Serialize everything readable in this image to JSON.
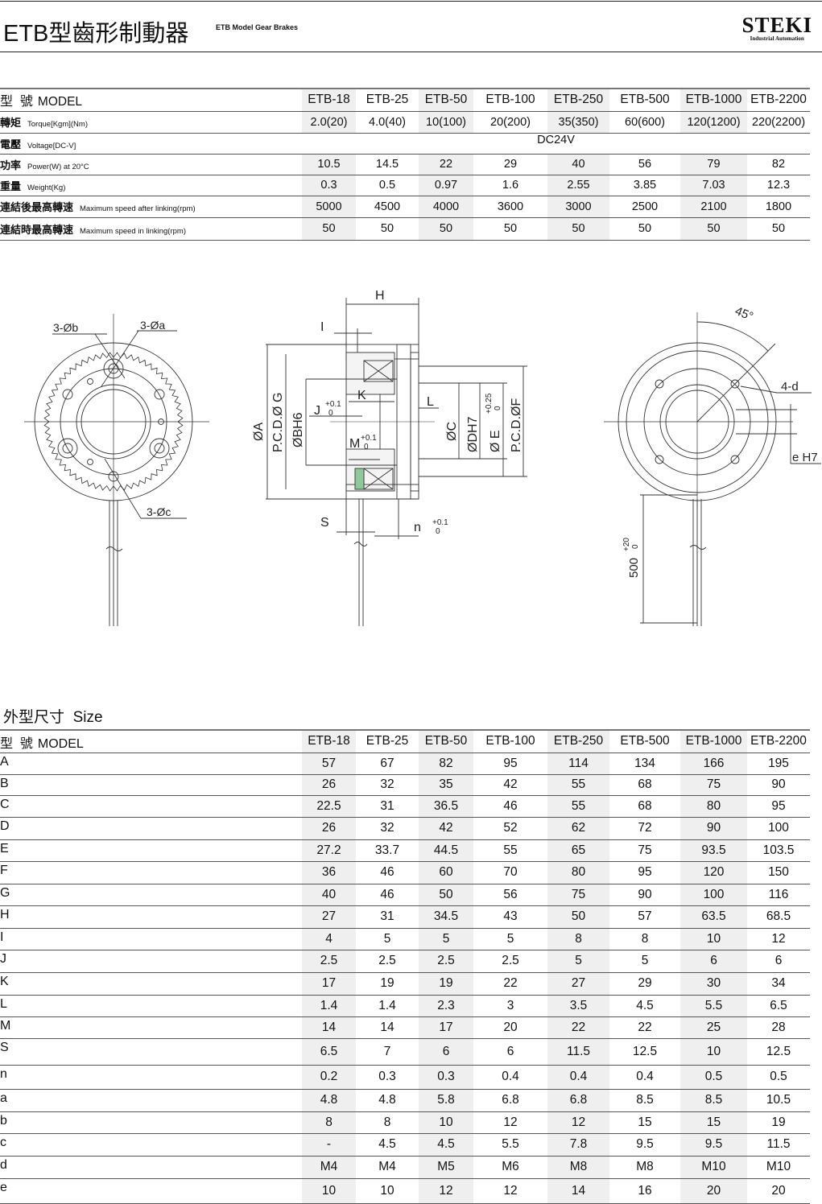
{
  "header": {
    "title": "ETB型齒形制動器",
    "subtitle": "ETB Model Gear Brakes",
    "logo_brand": "STEKI",
    "logo_tagline": "Industrial Automation"
  },
  "models": [
    "ETB-18",
    "ETB-25",
    "ETB-50",
    "ETB-100",
    "ETB-250",
    "ETB-500",
    "ETB-1000",
    "ETB-2200"
  ],
  "spec_table": {
    "header_zh": "型  號",
    "header_en": "MODEL",
    "rows": [
      {
        "zh": "轉矩",
        "en": "Torque[Kgm](Nm)",
        "values": [
          "2.0(20)",
          "4.0(40)",
          "10(100)",
          "20(200)",
          "35(350)",
          "60(600)",
          "120(1200)",
          "220(2200)"
        ]
      },
      {
        "zh": "電壓",
        "en": "Voltage[DC-V]",
        "merged": "DC24V"
      },
      {
        "zh": "功率",
        "en": "Power(W) at 20°C",
        "values": [
          "10.5",
          "14.5",
          "22",
          "29",
          "40",
          "56",
          "79",
          "82"
        ]
      },
      {
        "zh": "重量",
        "en": "Weight(Kg)",
        "values": [
          "0.3",
          "0.5",
          "0.97",
          "1.6",
          "2.55",
          "3.85",
          "7.03",
          "12.3"
        ]
      },
      {
        "zh": "連結後最高轉速",
        "en": "Maximum speed after linking(rpm)",
        "values": [
          "5000",
          "4500",
          "4000",
          "3600",
          "3000",
          "2500",
          "2100",
          "1800"
        ]
      },
      {
        "zh": "連結時最高轉速",
        "en": "Maximum speed in linking(rpm)",
        "values": [
          "50",
          "50",
          "50",
          "50",
          "50",
          "50",
          "50",
          "50"
        ]
      }
    ]
  },
  "drawing": {
    "front": {
      "b": "3-Øb",
      "a": "3-Øa",
      "c": "3-Øc"
    },
    "section": {
      "H": "H",
      "I": "I",
      "K": "K",
      "L": "L",
      "J": "J",
      "J_tol_up": "+0.1",
      "J_tol_lo": "0",
      "M": "M",
      "M_tol_up": "+0.1",
      "M_tol_lo": "0",
      "S": "S",
      "n": "n",
      "n_tol_up": "+0.1",
      "n_tol_lo": "0",
      "A": "ØA",
      "G": "P.C.D.Ø G",
      "B": "ØBH6",
      "C": "ØC",
      "D": "ØDH7",
      "E": "Ø E",
      "E_tol_up": "+0.25",
      "E_tol_lo": "0",
      "F": "P.C.D.ØF"
    },
    "rear": {
      "angle": "45°",
      "d": "4-d",
      "e": "e H7",
      "lead": "500",
      "lead_tol_up": "+20",
      "lead_tol_lo": "0"
    }
  },
  "size_table": {
    "title_zh": "外型尺寸",
    "title_en": "Size",
    "header_zh": "型  號",
    "header_en": "MODEL",
    "rows": [
      {
        "label": "A",
        "values": [
          "57",
          "67",
          "82",
          "95",
          "114",
          "134",
          "166",
          "195"
        ]
      },
      {
        "label": "B",
        "values": [
          "26",
          "32",
          "35",
          "42",
          "55",
          "68",
          "75",
          "90"
        ]
      },
      {
        "label": "C",
        "values": [
          "22.5",
          "31",
          "36.5",
          "46",
          "55",
          "68",
          "80",
          "95"
        ]
      },
      {
        "label": "D",
        "values": [
          "26",
          "32",
          "42",
          "52",
          "62",
          "72",
          "90",
          "100"
        ]
      },
      {
        "label": "E",
        "values": [
          "27.2",
          "33.7",
          "44.5",
          "55",
          "65",
          "75",
          "93.5",
          "103.5"
        ]
      },
      {
        "label": "F",
        "values": [
          "36",
          "46",
          "60",
          "70",
          "80",
          "95",
          "120",
          "150"
        ]
      },
      {
        "label": "G",
        "values": [
          "40",
          "46",
          "50",
          "56",
          "75",
          "90",
          "100",
          "116"
        ]
      },
      {
        "label": "H",
        "values": [
          "27",
          "31",
          "34.5",
          "43",
          "50",
          "57",
          "63.5",
          "68.5"
        ]
      },
      {
        "label": "I",
        "values": [
          "4",
          "5",
          "5",
          "5",
          "8",
          "8",
          "10",
          "12"
        ]
      },
      {
        "label": "J",
        "values": [
          "2.5",
          "2.5",
          "2.5",
          "2.5",
          "5",
          "5",
          "6",
          "6"
        ]
      },
      {
        "label": "K",
        "values": [
          "17",
          "19",
          "19",
          "22",
          "27",
          "29",
          "30",
          "34"
        ]
      },
      {
        "label": "L",
        "values": [
          "1.4",
          "1.4",
          "2.3",
          "3",
          "3.5",
          "4.5",
          "5.5",
          "6.5"
        ]
      },
      {
        "label": "M",
        "values": [
          "14",
          "14",
          "17",
          "20",
          "22",
          "22",
          "25",
          "28"
        ]
      },
      {
        "label": "S",
        "values": [
          "6.5",
          "7",
          "6",
          "6",
          "11.5",
          "12.5",
          "10",
          "12.5"
        ]
      },
      {
        "label": "n",
        "values": [
          "0.2",
          "0.3",
          "0.3",
          "0.4",
          "0.4",
          "0.4",
          "0.5",
          "0.5"
        ]
      },
      {
        "label": "a",
        "values": [
          "4.8",
          "4.8",
          "5.8",
          "6.8",
          "6.8",
          "8.5",
          "8.5",
          "10.5"
        ]
      },
      {
        "label": "b",
        "values": [
          "8",
          "8",
          "10",
          "12",
          "12",
          "15",
          "15",
          "19"
        ]
      },
      {
        "label": "c",
        "values": [
          "-",
          "4.5",
          "4.5",
          "5.5",
          "7.8",
          "9.5",
          "9.5",
          "11.5"
        ]
      },
      {
        "label": "d",
        "values": [
          "M4",
          "M4",
          "M5",
          "M6",
          "M8",
          "M8",
          "M10",
          "M10"
        ]
      },
      {
        "label": "e",
        "values": [
          "10",
          "10",
          "12",
          "12",
          "14",
          "16",
          "20",
          "20"
        ]
      }
    ]
  },
  "colors": {
    "shade": "#efefef",
    "insulator": "#8fc99a"
  }
}
